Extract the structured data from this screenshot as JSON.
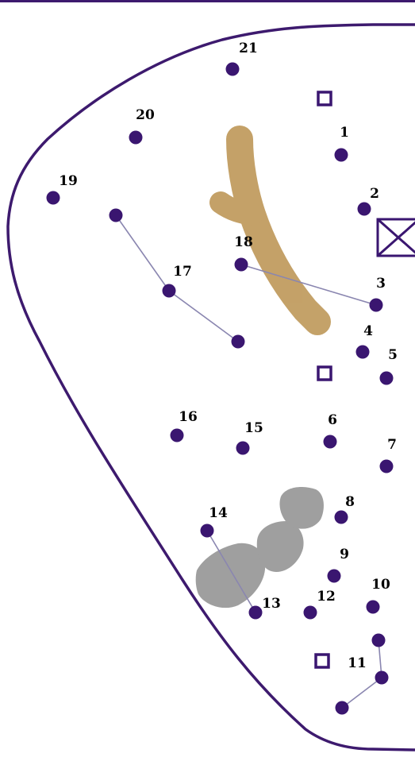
{
  "colors": {
    "outline": "#3d1a6e",
    "dot": "#3a1670",
    "connector": "#8a86b0",
    "tree": "#bf9a5c",
    "rocks": "#9a9a9a",
    "label": "#000000"
  },
  "stations": [
    {
      "id": "station-1",
      "label": "1"
    },
    {
      "id": "station-2",
      "label": "2"
    },
    {
      "id": "station-3",
      "label": "3"
    },
    {
      "id": "station-4",
      "label": "4"
    },
    {
      "id": "station-5",
      "label": "5"
    },
    {
      "id": "station-6",
      "label": "6"
    },
    {
      "id": "station-7",
      "label": "7"
    },
    {
      "id": "station-8",
      "label": "8"
    },
    {
      "id": "station-9",
      "label": "9"
    },
    {
      "id": "station-10",
      "label": "10"
    },
    {
      "id": "station-11",
      "label": "11"
    },
    {
      "id": "station-12",
      "label": "12"
    },
    {
      "id": "station-13",
      "label": "13"
    },
    {
      "id": "station-14",
      "label": "14"
    },
    {
      "id": "station-15",
      "label": "15"
    },
    {
      "id": "station-16",
      "label": "16"
    },
    {
      "id": "station-17",
      "label": "17"
    },
    {
      "id": "station-18",
      "label": "18"
    },
    {
      "id": "station-19",
      "label": "19"
    },
    {
      "id": "station-20",
      "label": "20"
    },
    {
      "id": "station-21",
      "label": "21"
    }
  ]
}
